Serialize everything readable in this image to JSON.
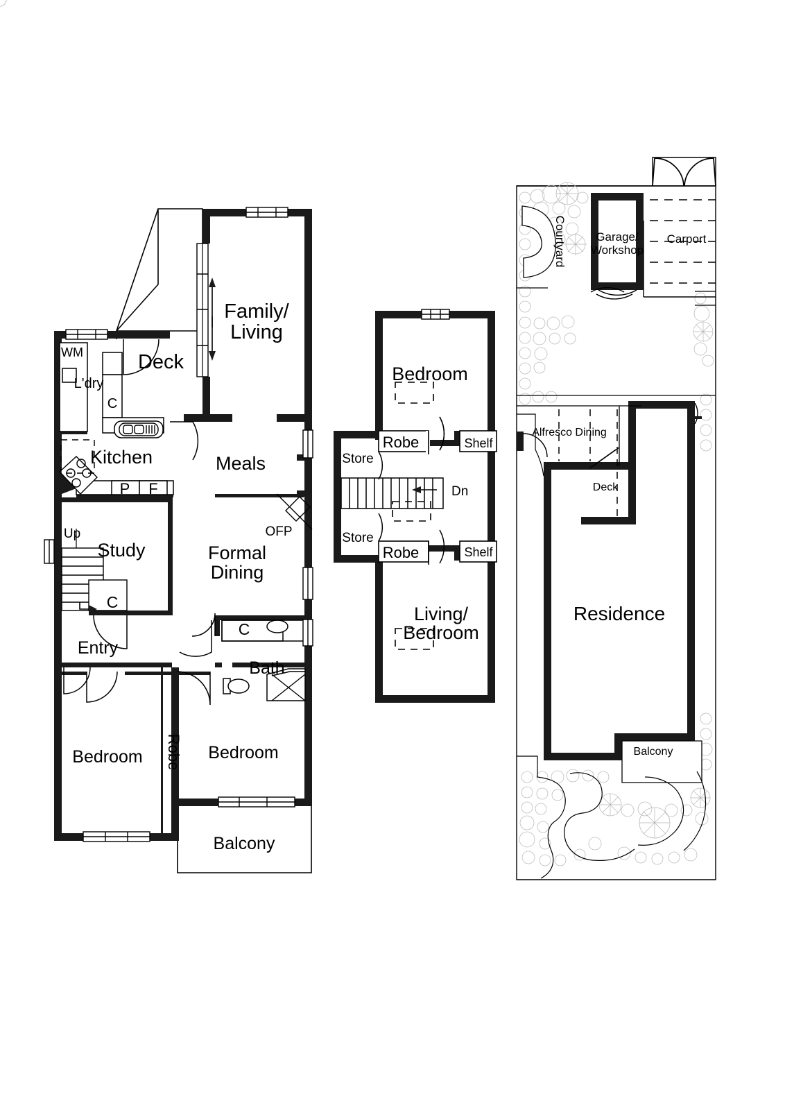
{
  "document": {
    "type": "real-estate-floor-plan",
    "panels": [
      "ground-floor",
      "first-floor",
      "site-plan"
    ]
  },
  "ground_floor": {
    "rooms": [
      {
        "id": "family-living",
        "label": "Family/\nLiving",
        "line1": "Family/",
        "line2": "Living"
      },
      {
        "id": "deck",
        "label": "Deck"
      },
      {
        "id": "laundry",
        "label": "L'dry"
      },
      {
        "id": "wm",
        "label": "WM"
      },
      {
        "id": "kitchen",
        "label": "Kitchen"
      },
      {
        "id": "meals",
        "label": "Meals"
      },
      {
        "id": "study",
        "label": "Study"
      },
      {
        "id": "formal-dining",
        "line1": "Formal",
        "line2": "Dining"
      },
      {
        "id": "entry",
        "label": "Entry"
      },
      {
        "id": "bath",
        "label": "Bath"
      },
      {
        "id": "bedroom-front",
        "label": "Bedroom"
      },
      {
        "id": "bedroom-rear",
        "label": "Bedroom"
      },
      {
        "id": "balcony",
        "label": "Balcony"
      },
      {
        "id": "robe",
        "label": "Robe"
      }
    ],
    "annotations": {
      "up": "Up",
      "ofp": "OFP",
      "cupboard_ldry": "C",
      "cupboard_stair": "C",
      "cupboard_bath": "C",
      "pantry": "P",
      "fridge": "F"
    }
  },
  "first_floor": {
    "rooms": [
      {
        "id": "bedroom-upper",
        "label": "Bedroom"
      },
      {
        "id": "living-bedroom",
        "line1": "Living/",
        "line2": "Bedroom"
      },
      {
        "id": "store-upper",
        "label": "Store"
      },
      {
        "id": "store-lower",
        "label": "Store"
      },
      {
        "id": "robe-upper",
        "label": "Robe"
      },
      {
        "id": "robe-lower",
        "label": "Robe"
      },
      {
        "id": "shelf-upper",
        "label": "Shelf"
      },
      {
        "id": "shelf-lower",
        "label": "Shelf"
      }
    ],
    "annotations": {
      "down": "Dn"
    }
  },
  "site_plan": {
    "labels": [
      {
        "id": "courtyard",
        "label": "Courtyard"
      },
      {
        "id": "garage-workshop",
        "line1": "Garage/",
        "line2": "Workshop"
      },
      {
        "id": "carport",
        "label": "Carport"
      },
      {
        "id": "alfresco-dining",
        "label": "Alfresco Dining"
      },
      {
        "id": "deck-site",
        "label": "Deck"
      },
      {
        "id": "residence",
        "label": "Residence"
      },
      {
        "id": "balcony-site",
        "label": "Balcony"
      }
    ]
  },
  "colors": {
    "wall": "#1a1a1a",
    "thin": "#000000",
    "garden": "#b8b8b8",
    "background": "#ffffff"
  }
}
